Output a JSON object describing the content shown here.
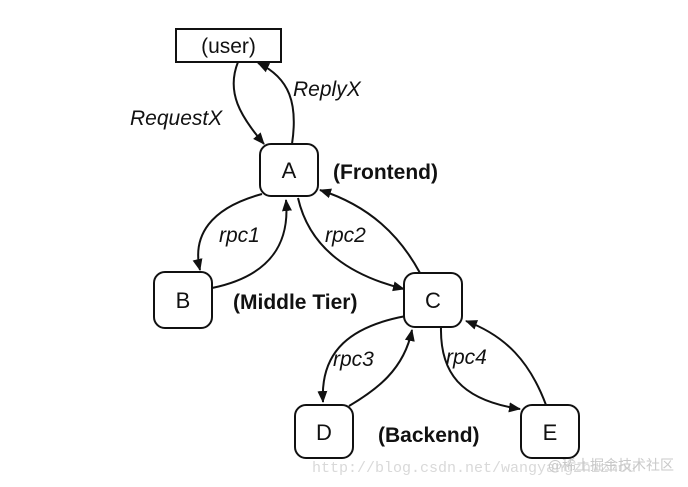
{
  "nodes": {
    "user": "(user)",
    "a": "A",
    "b": "B",
    "c": "C",
    "d": "D",
    "e": "E"
  },
  "edges": {
    "request": "RequestX",
    "reply": "ReplyX",
    "rpc1": "rpc1",
    "rpc2": "rpc2",
    "rpc3": "rpc3",
    "rpc4": "rpc4"
  },
  "tiers": {
    "frontend": "(Frontend)",
    "middle": "(Middle Tier)",
    "backend": "(Backend)"
  },
  "watermark": {
    "url": "http://blog.csdn.net/wangyangzhizhou",
    "community": "@稀土掘金技术社区"
  }
}
